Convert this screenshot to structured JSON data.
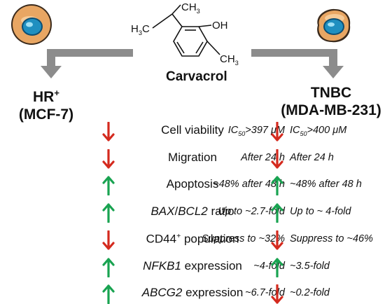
{
  "compound": {
    "name": "Carvacrol",
    "atoms": {
      "methyl_top": "CH",
      "methyl_top_sub": "3",
      "methyl_left": "H",
      "methyl_left_sub": "3",
      "methyl_left_c": "C",
      "hydroxyl": "OH",
      "methyl_right": "CH",
      "methyl_right_sub": "3"
    }
  },
  "left_cell": {
    "line1": "HR",
    "line1_sup": "+",
    "line2": "(MCF-7)"
  },
  "right_cell": {
    "line1": "TNBC",
    "line2": "(MDA-MB-231)"
  },
  "colors": {
    "arrow_down": "#d42a1e",
    "arrow_up": "#19a351",
    "flow_arrow": "#8c8c8c",
    "cell_outer": "#e8a663",
    "cell_nucleus": "#1f8fc0"
  },
  "rows": [
    {
      "left": {
        "pre": "IC",
        "sub": "50",
        "post": ">397 μM"
      },
      "left_dir": "down",
      "param": {
        "a": "Cell viability"
      },
      "right": {
        "pre": "IC",
        "sub": "50",
        "post": ">400 μM"
      },
      "right_dir": "down"
    },
    {
      "left": {
        "pre": "After 24 h"
      },
      "left_dir": "down",
      "param": {
        "a": "Migration"
      },
      "right": {
        "pre": "After 24 h"
      },
      "right_dir": "down"
    },
    {
      "left": {
        "pre": "~48% after 48 h"
      },
      "left_dir": "up",
      "param": {
        "a": "Apoptosis"
      },
      "right": {
        "pre": "~48% after 48 h"
      },
      "right_dir": "up"
    },
    {
      "left": {
        "pre": "Up to ~2.7-fold"
      },
      "left_dir": "up",
      "param": {
        "gene1": "BAX",
        "sep": "/",
        "gene2": "BCL2",
        "b": " ratio"
      },
      "right": {
        "pre": "Up to ~ 4-fold"
      },
      "right_dir": "up"
    },
    {
      "left": {
        "pre": "Suppress to ~32%"
      },
      "left_dir": "down",
      "param": {
        "a": "CD44",
        "sup": "+",
        "b": " population"
      },
      "right": {
        "pre": "Suppress to ~46%"
      },
      "right_dir": "down"
    },
    {
      "left": {
        "pre": "~4-fold"
      },
      "left_dir": "up",
      "param": {
        "gene1": "NFKB1",
        "b": " expression"
      },
      "right": {
        "pre": "~3.5-fold"
      },
      "right_dir": "up"
    },
    {
      "left": {
        "pre": "~6.7-fold"
      },
      "left_dir": "up",
      "param": {
        "gene1": "ABCG2",
        "b": " expression"
      },
      "right": {
        "pre": "~0.2-fold"
      },
      "right_dir": "down"
    }
  ]
}
